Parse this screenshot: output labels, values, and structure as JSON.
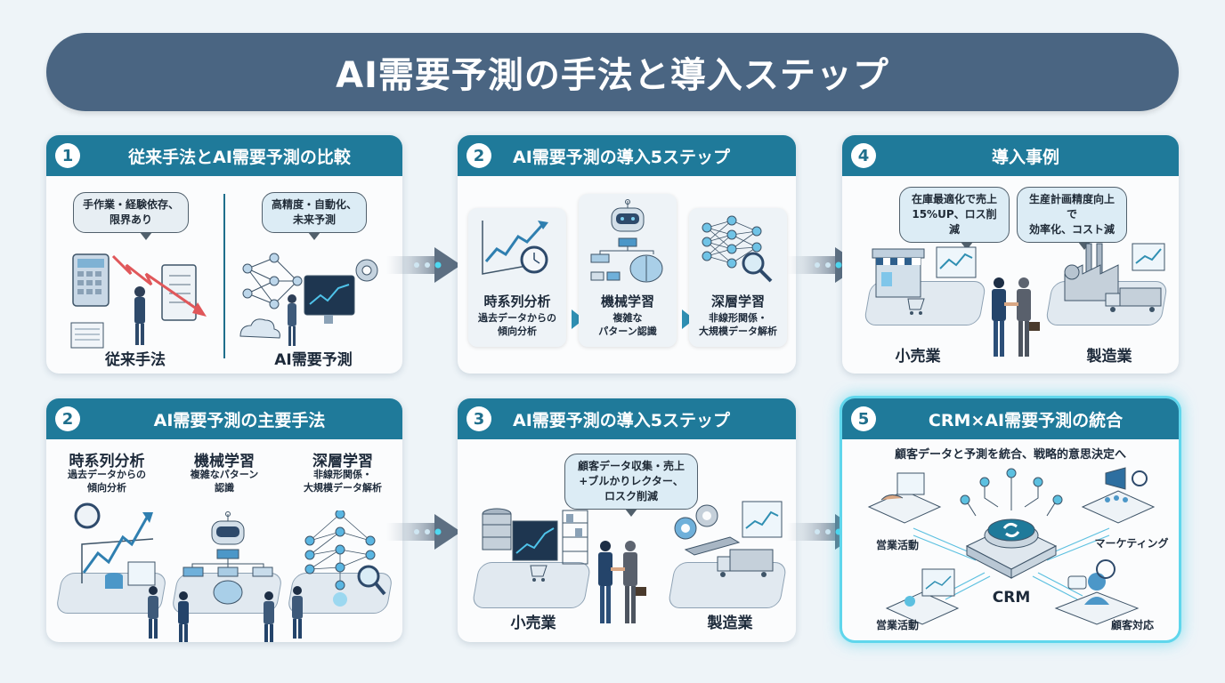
{
  "title": "AI需要予測の手法と導入ステップ",
  "colors": {
    "header_bar": "#4a6582",
    "card_header": "#1f7a9a",
    "accent": "#2f8fb2",
    "glow": "#5fd6ec"
  },
  "cards": {
    "comparison": {
      "badge": "1",
      "title": "従来手法とAI需要予測の比較",
      "left_bubble_line1": "手作業・経験依存、",
      "left_bubble_line2": "限界あり",
      "right_bubble_line1": "高精度・自動化、",
      "right_bubble_line2": "未来予測",
      "left_label": "従来手法",
      "right_label": "AI需要予測"
    },
    "steps": {
      "badge": "2",
      "title": "AI需要予測の導入5ステップ",
      "items": [
        {
          "label": "時系列分析",
          "desc1": "過去データからの",
          "desc2": "傾向分析",
          "icon": "trend-chart-clock-icon"
        },
        {
          "label": "機械学習",
          "desc1": "複雑な",
          "desc2": "パターン認識",
          "icon": "robot-flowchart-brain-icon"
        },
        {
          "label": "深層学習",
          "desc1": "非線形関係・",
          "desc2": "大規模データ解析",
          "icon": "neural-network-magnifier-icon"
        }
      ]
    },
    "cases": {
      "badge": "4",
      "title": "導入事例",
      "left_bubble_line1": "在庫最適化で売上",
      "left_bubble_line2": "15%UP、ロス削減",
      "right_bubble_line1": "生産計画精度向上で",
      "right_bubble_line2": "効率化、コスト減",
      "left_label": "小売業",
      "right_label": "製造業"
    },
    "methods": {
      "badge": "2",
      "title": "AI需要予測の主要手法",
      "items": [
        {
          "label": "時系列分析",
          "desc1": "過去データからの",
          "desc2": "傾向分析"
        },
        {
          "label": "機械学習",
          "desc1": "複雑なパターン",
          "desc2": "認識"
        },
        {
          "label": "深層学習",
          "desc1": "非線形関係・",
          "desc2": "大規模データ解析"
        }
      ]
    },
    "steps2": {
      "badge": "3",
      "title": "AI需要予測の導入5ステップ",
      "bubble_line1": "顧客データ収集・売上",
      "bubble_line2": "+ブルかりレクター、",
      "bubble_line3": "ロスク削減",
      "left_label": "小売業",
      "right_label": "製造業"
    },
    "crm": {
      "badge": "5",
      "title": "CRM×AI需要予測の統合",
      "subtitle": "顧客データと予測を統合、戦略的意思決定へ",
      "center_label": "CRM",
      "nodes": [
        "営業活動",
        "マーケティング",
        "営業活動",
        "顧客対応"
      ]
    }
  }
}
